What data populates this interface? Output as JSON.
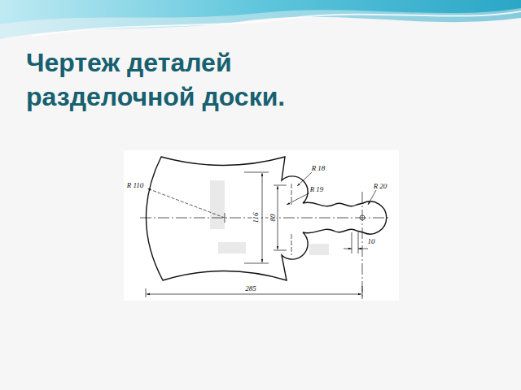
{
  "diagram": {
    "title": "Чертеж деталей разделочной доски.",
    "labels": [
      "R 110",
      "R 18",
      "R 19",
      "116",
      "80",
      "R 20",
      "10",
      "285"
    ]
  }
}
